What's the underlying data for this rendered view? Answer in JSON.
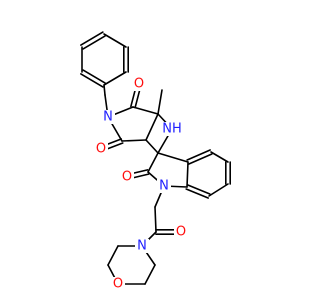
{
  "colors": {
    "bond": "#000000",
    "O": "#ff0d0d",
    "N": "#2020ff"
  },
  "atoms": [
    {
      "id": "O1",
      "label": "O",
      "element": "O"
    },
    {
      "id": "O2",
      "label": "O",
      "element": "O"
    },
    {
      "id": "O3",
      "label": "O",
      "element": "O"
    },
    {
      "id": "O4",
      "label": "O",
      "element": "O"
    },
    {
      "id": "O5",
      "label": "O",
      "element": "O"
    },
    {
      "id": "N1",
      "label": "N",
      "element": "N"
    },
    {
      "id": "N2",
      "label": "N",
      "element": "N"
    },
    {
      "id": "N3",
      "label": "N",
      "element": "N"
    },
    {
      "id": "NH",
      "label": "NH",
      "element": "N"
    }
  ]
}
